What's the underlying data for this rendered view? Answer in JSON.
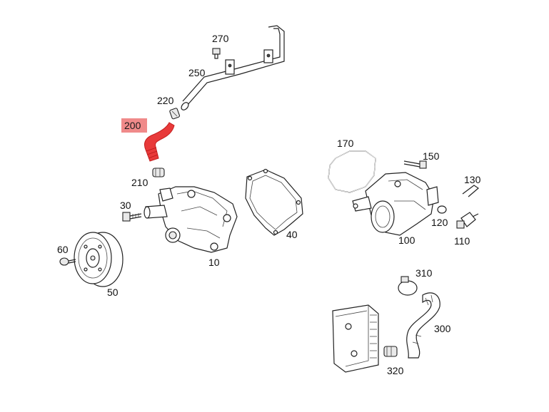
{
  "diagram": {
    "highlight_color": "#e83a3a",
    "highlight_label_bg": "#f08a8a",
    "labels": {
      "p10": "10",
      "p30": "30",
      "p40": "40",
      "p50": "50",
      "p60": "60",
      "p100": "100",
      "p110": "110",
      "p120": "120",
      "p130": "130",
      "p150": "150",
      "p170": "170",
      "p200": "200",
      "p210": "210",
      "p220": "220",
      "p250": "250",
      "p270": "270",
      "p300": "300",
      "p310": "310",
      "p320": "320"
    },
    "selected_part": "200"
  }
}
